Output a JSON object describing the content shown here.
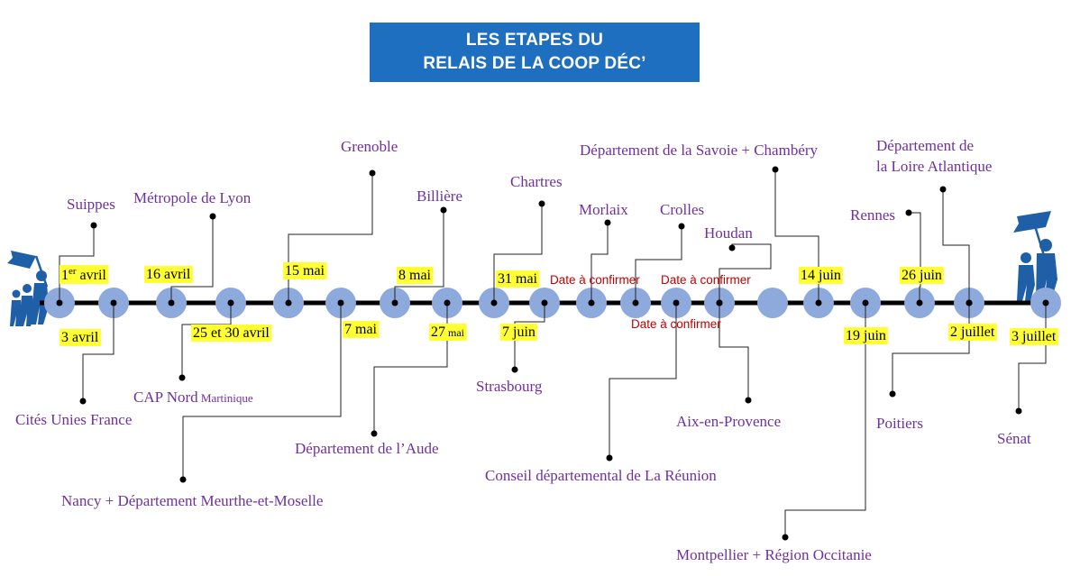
{
  "title": {
    "line1": "LES ETAPES DU",
    "line2": "RELAIS DE LA COOP DÉC’"
  },
  "icons": {
    "left": "walking-people-with-flag-icon",
    "right": "walking-people-with-flag-icon"
  },
  "colors": {
    "node": "#8ea9db",
    "place_text": "#7030a0",
    "tbc_text": "#c00000",
    "date_highlight": "#ffff33",
    "title_bg": "#1f6fc0"
  },
  "stages": [
    {
      "place": "Suippes",
      "date": "1",
      "date_sup": "er",
      "date_tail": " avril",
      "side": "above"
    },
    {
      "place": "Cités Unies France",
      "date": "3 avril",
      "side": "below"
    },
    {
      "place": "Métropole de Lyon",
      "date": "16 avril",
      "side": "above"
    },
    {
      "place": "CAP Nord",
      "place_small": " Martinique",
      "date": "25 et 30 avril",
      "side": "below"
    },
    {
      "place": "Grenoble",
      "date": "15 mai",
      "side": "above"
    },
    {
      "place": "Nancy + Département Meurthe-et-Moselle",
      "date": "7 mai",
      "side": "below"
    },
    {
      "place": "Billière",
      "date": "8 mai",
      "side": "above"
    },
    {
      "place": "Département de l’Aude",
      "date": "27",
      "date_small": " mai",
      "side": "below"
    },
    {
      "place": "Chartres",
      "date": "31 mai",
      "side": "above"
    },
    {
      "place": "Strasbourg",
      "date": "7 juin",
      "side": "below"
    },
    {
      "place": "Morlaix",
      "date": "Date à confirmer",
      "side": "above"
    },
    {
      "place": "Crolles",
      "date": "Date à confirmer",
      "side": "above"
    },
    {
      "place": "Conseil départemental de La Réunion",
      "date": "Date à confirmer",
      "side": "below"
    },
    {
      "place": "Houdan",
      "side": "above"
    },
    {
      "place": "Aix-en-Provence",
      "side": "below"
    },
    {
      "place": "Département de la Savoie + Chambéry",
      "date": "14 juin",
      "side": "above"
    },
    {
      "place": "Montpellier + Région Occitanie",
      "date": "19 juin",
      "side": "below"
    },
    {
      "place": "Rennes",
      "date": "26 juin",
      "side": "above"
    },
    {
      "place": "Département de",
      "place_line2": "la Loire Atlantique",
      "date": "2 juillet",
      "side": "above"
    },
    {
      "place": "Poitiers",
      "side": "below"
    },
    {
      "place": "Sénat",
      "date": "3 juillet",
      "side": "below"
    }
  ]
}
